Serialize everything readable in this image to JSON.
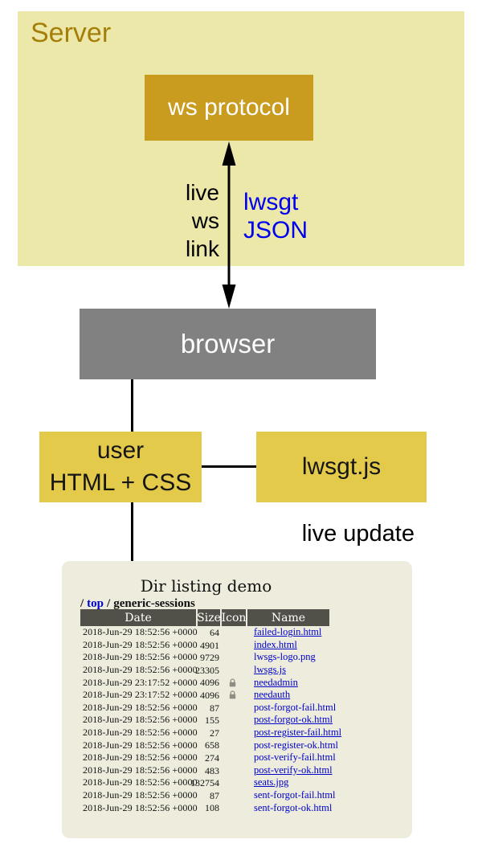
{
  "colors": {
    "server_bg": "#ece8a9",
    "server_text": "#a57e0a",
    "gold_box_bg": "#c99b1e",
    "gold_box_text": "#ffffff",
    "gray_box_bg": "#818181",
    "gray_box_text": "#ffffff",
    "yellow_box_bg": "#e4ca4a",
    "blue_label": "#0000ee",
    "panel_bg": "#edecdd",
    "table_header_bg": "#51514a",
    "table_header_text": "#ffffff",
    "link_color": "#0000cc"
  },
  "diagram": {
    "server_label": "Server",
    "ws_protocol_label": "ws protocol",
    "browser_label": "browser",
    "user_box": {
      "line1": "user",
      "line2": "HTML + CSS"
    },
    "lwsgt_js_label": "lwsgt.js",
    "ws_link_label": {
      "line1": "live",
      "line2": "ws",
      "line3": "link"
    },
    "json_label": {
      "line1": "lwsgt",
      "line2": "JSON"
    },
    "live_update_label": "live update"
  },
  "dir_listing": {
    "title": "Dir listing demo",
    "breadcrumb": {
      "slash1": "/",
      "top_link": "top",
      "slash2": "/",
      "current": "generic-sessions"
    },
    "columns": {
      "date": "Date",
      "size": "Size",
      "icon": "Icon",
      "name": "Name"
    },
    "files": [
      {
        "date": "2018-Jun-29 18:52:56 +0000",
        "size": "64",
        "icon": false,
        "name": "failed-login.html",
        "underlined": true
      },
      {
        "date": "2018-Jun-29 18:52:56 +0000",
        "size": "4901",
        "icon": false,
        "name": "index.html",
        "underlined": true
      },
      {
        "date": "2018-Jun-29 18:52:56 +0000",
        "size": "9729",
        "icon": false,
        "name": "lwsgs-logo.png",
        "underlined": false
      },
      {
        "date": "2018-Jun-29 18:52:56 +0000",
        "size": "23305",
        "icon": false,
        "name": "lwsgs.js",
        "underlined": true
      },
      {
        "date": "2018-Jun-29 23:17:52 +0000",
        "size": "4096",
        "icon": true,
        "name": "needadmin",
        "underlined": true
      },
      {
        "date": "2018-Jun-29 23:17:52 +0000",
        "size": "4096",
        "icon": true,
        "name": "needauth",
        "underlined": true
      },
      {
        "date": "2018-Jun-29 18:52:56 +0000",
        "size": "87",
        "icon": false,
        "name": "post-forgot-fail.html",
        "underlined": false
      },
      {
        "date": "2018-Jun-29 18:52:56 +0000",
        "size": "155",
        "icon": false,
        "name": "post-forgot-ok.html",
        "underlined": true
      },
      {
        "date": "2018-Jun-29 18:52:56 +0000",
        "size": "27",
        "icon": false,
        "name": "post-register-fail.html",
        "underlined": true
      },
      {
        "date": "2018-Jun-29 18:52:56 +0000",
        "size": "658",
        "icon": false,
        "name": "post-register-ok.html",
        "underlined": false
      },
      {
        "date": "2018-Jun-29 18:52:56 +0000",
        "size": "274",
        "icon": false,
        "name": "post-verify-fail.html",
        "underlined": false
      },
      {
        "date": "2018-Jun-29 18:52:56 +0000",
        "size": "483",
        "icon": false,
        "name": "post-verify-ok.html",
        "underlined": true
      },
      {
        "date": "2018-Jun-29 18:52:56 +0000",
        "size": "132754",
        "icon": false,
        "name": "seats.jpg",
        "underlined": true
      },
      {
        "date": "2018-Jun-29 18:52:56 +0000",
        "size": "87",
        "icon": false,
        "name": "sent-forgot-fail.html",
        "underlined": false
      },
      {
        "date": "2018-Jun-29 18:52:56 +0000",
        "size": "108",
        "icon": false,
        "name": "sent-forgot-ok.html",
        "underlined": false
      }
    ]
  }
}
